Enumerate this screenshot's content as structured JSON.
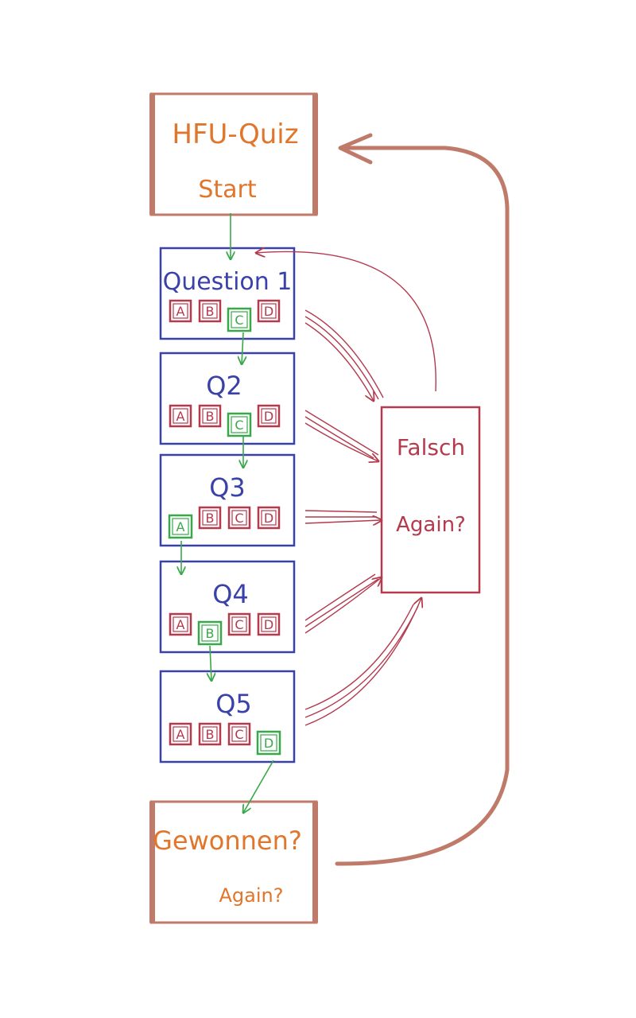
{
  "colors": {
    "orange": "#e0762b",
    "brown": "#c07a6a",
    "blue": "#3a41a8",
    "red": "#b43a4e",
    "green": "#3aa84a"
  },
  "start_box": {
    "line1": "HFU-Quiz",
    "line2": "Start"
  },
  "end_box": {
    "line1": "Gewonnen?",
    "line2": "Again?"
  },
  "fail_box": {
    "line1": "Falsch",
    "line2": "Again?"
  },
  "questions": [
    {
      "title": "Question 1",
      "options": [
        "A",
        "B",
        "C",
        "D"
      ],
      "correct": 2
    },
    {
      "title": "Q2",
      "options": [
        "A",
        "B",
        "C",
        "D"
      ],
      "correct": 2
    },
    {
      "title": "Q3",
      "options": [
        "A",
        "B",
        "C",
        "D"
      ],
      "correct": 0
    },
    {
      "title": "Q4",
      "options": [
        "A",
        "B",
        "C",
        "D"
      ],
      "correct": 1
    },
    {
      "title": "Q5",
      "options": [
        "A",
        "B",
        "C",
        "D"
      ],
      "correct": 3
    }
  ]
}
